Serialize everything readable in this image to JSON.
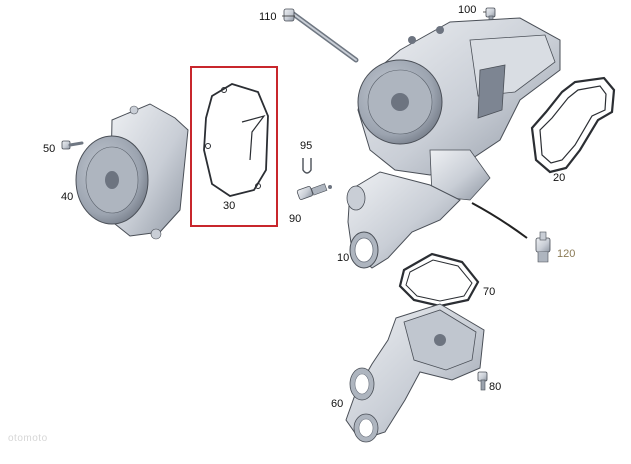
{
  "diagram": {
    "parts": [
      {
        "id": "p110",
        "label": "110"
      },
      {
        "id": "p100",
        "label": "100"
      },
      {
        "id": "p50",
        "label": "50"
      },
      {
        "id": "p40",
        "label": "40"
      },
      {
        "id": "p30",
        "label": "30"
      },
      {
        "id": "p95",
        "label": "95"
      },
      {
        "id": "p90",
        "label": "90"
      },
      {
        "id": "p20",
        "label": "20"
      },
      {
        "id": "p10",
        "label": "10"
      },
      {
        "id": "p120",
        "label": "120"
      },
      {
        "id": "p70",
        "label": "70"
      },
      {
        "id": "p80",
        "label": "80"
      },
      {
        "id": "p60",
        "label": "60"
      }
    ],
    "highlight_part": "30",
    "watermark": "otomoto"
  },
  "colors": {
    "part_fill": "#d9dde3",
    "part_shadow": "#9aa2ad",
    "outline": "#4a4f57",
    "highlight_box": "#c8262c",
    "label_accent": "#8a7a55"
  }
}
